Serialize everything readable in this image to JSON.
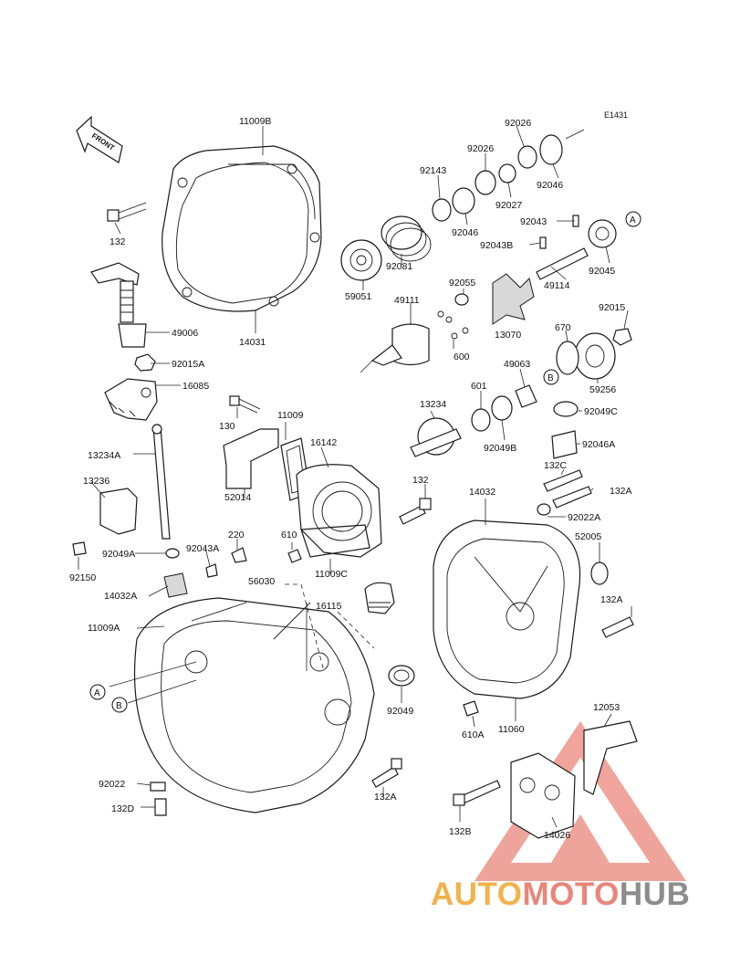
{
  "diagram_code": "E1431",
  "front_label": "FRONT",
  "callouts": [
    "A",
    "B"
  ],
  "part_labels": {
    "p11009B": "11009B",
    "p132": "132",
    "p14031": "14031",
    "p49006": "49006",
    "p92015A": "92015A",
    "p16085": "16085",
    "p130": "130",
    "p11009": "11009",
    "p16142": "16142",
    "p13234A": "13234A",
    "p52014": "52014",
    "p13236": "13236",
    "p220": "220",
    "p92049A": "92049A",
    "p92043A": "92043A",
    "p92150": "92150",
    "p610": "610",
    "p11009C": "11009C",
    "p132b": "132",
    "p14032A": "14032A",
    "p56030": "56030",
    "p16115": "16115",
    "p11009A": "11009A",
    "p92049": "92049",
    "p92022": "92022",
    "p132D": "132D",
    "p132A_lower": "132A",
    "p92026a": "92026",
    "p92026b": "92026",
    "p92143": "92143",
    "p92027": "92027",
    "p92046a": "92046",
    "p92046b": "92046",
    "p92043": "92043",
    "p92043B": "92043B",
    "p92081": "92081",
    "p59051": "59051",
    "p92055": "92055",
    "p49111": "49111",
    "p49114": "49114",
    "p92045": "92045",
    "p92015": "92015",
    "p13070": "13070",
    "p670": "670",
    "p600": "600",
    "p49063": "49063",
    "p59256": "59256",
    "p601": "601",
    "p13234": "13234",
    "p92049C": "92049C",
    "p92049B": "92049B",
    "p92046A": "92046A",
    "p132C": "132C",
    "p132A_a": "132A",
    "p14032": "14032",
    "p92022A": "92022A",
    "p52005": "52005",
    "p132A_b": "132A",
    "p610A": "610A",
    "p11060": "11060",
    "p12053": "12053",
    "p14026": "14026",
    "p132B": "132B"
  },
  "watermark": {
    "part1": "AUTO",
    "part2": "MOTO",
    "part3": "HUB",
    "color1": "#f2b24b",
    "color2": "#e8867a",
    "color3": "#8c8c8c"
  }
}
